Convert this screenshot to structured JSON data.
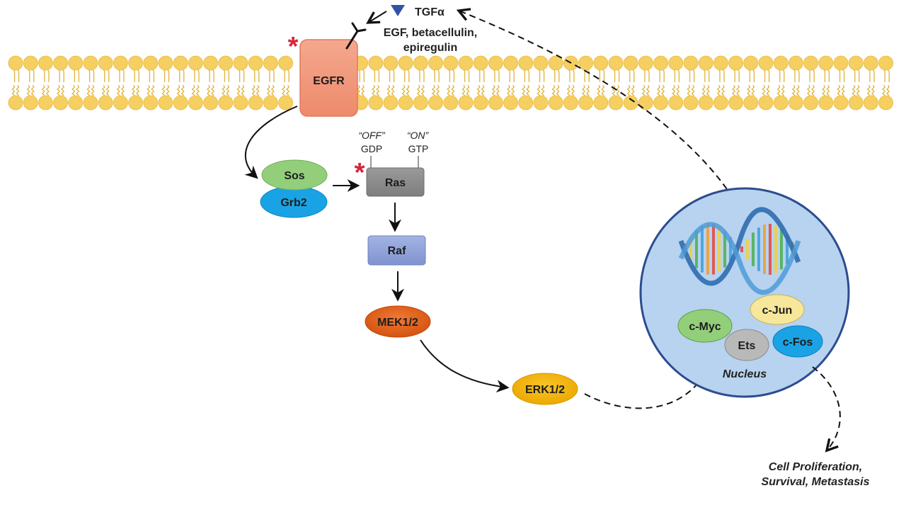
{
  "ligands": {
    "tgfa": "TGFα",
    "egf_family_line1": "EGF, betacellulin,",
    "egf_family_line2": "epiregulin"
  },
  "nodes": {
    "egfr": "EGFR",
    "sos": "Sos",
    "grb2": "Grb2",
    "ras": "Ras",
    "raf": "Raf",
    "mek": "MEK1/2",
    "erk": "ERK1/2"
  },
  "ras_states": {
    "off_label": "“OFF”",
    "off_state": "GDP",
    "on_label": "“ON”",
    "on_state": "GTP"
  },
  "mutation_marker": "*",
  "nucleus": {
    "label": "Nucleus",
    "factors": {
      "cjun": "c-Jun",
      "cmyc": "c-Myc",
      "ets": "Ets",
      "cfos": "c-Fos"
    }
  },
  "outcome": {
    "line1": "Cell Proliferation,",
    "line2": "Survival, Metastasis"
  },
  "colors": {
    "membrane": "#f6cf63",
    "membrane_edge": "#e8b93a",
    "egfr": "#f2967a",
    "sos": "#93cf7a",
    "grb2": "#1aa3e4",
    "ras": "#8c8c8c",
    "raf": "#8a9ed8",
    "mek": "#e2611a",
    "erk": "#f4b400",
    "nucleus": "#b7d3ef",
    "nucleus_edge": "#2d4c90",
    "mutation": "#d6263a",
    "off": "#d6263a",
    "on": "#4a8a2a"
  }
}
